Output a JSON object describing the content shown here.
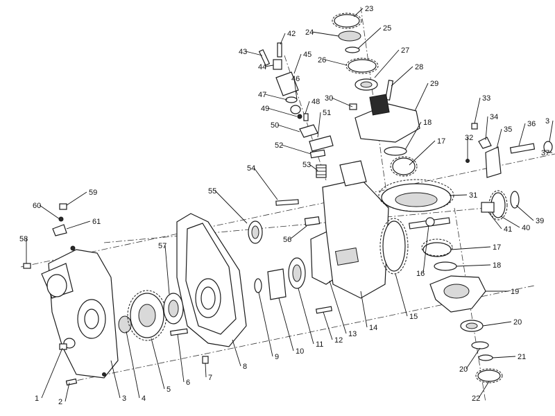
{
  "diagram": {
    "callouts": [
      "1",
      "2",
      "3",
      "4",
      "5",
      "6",
      "7",
      "8",
      "9",
      "10",
      "11",
      "12",
      "13",
      "14",
      "15",
      "16",
      "17",
      "17",
      "18",
      "18",
      "19",
      "20",
      "20",
      "21",
      "22",
      "23",
      "24",
      "25",
      "26",
      "27",
      "28",
      "29",
      "30",
      "31",
      "32",
      "33",
      "34",
      "35",
      "36",
      "3",
      "37",
      "39",
      "40",
      "41",
      "42",
      "43",
      "44",
      "45",
      "46",
      "47",
      "48",
      "49",
      "50",
      "51",
      "52",
      "53",
      "54",
      "55",
      "56",
      "57",
      "58",
      "59",
      "60",
      "61"
    ]
  }
}
